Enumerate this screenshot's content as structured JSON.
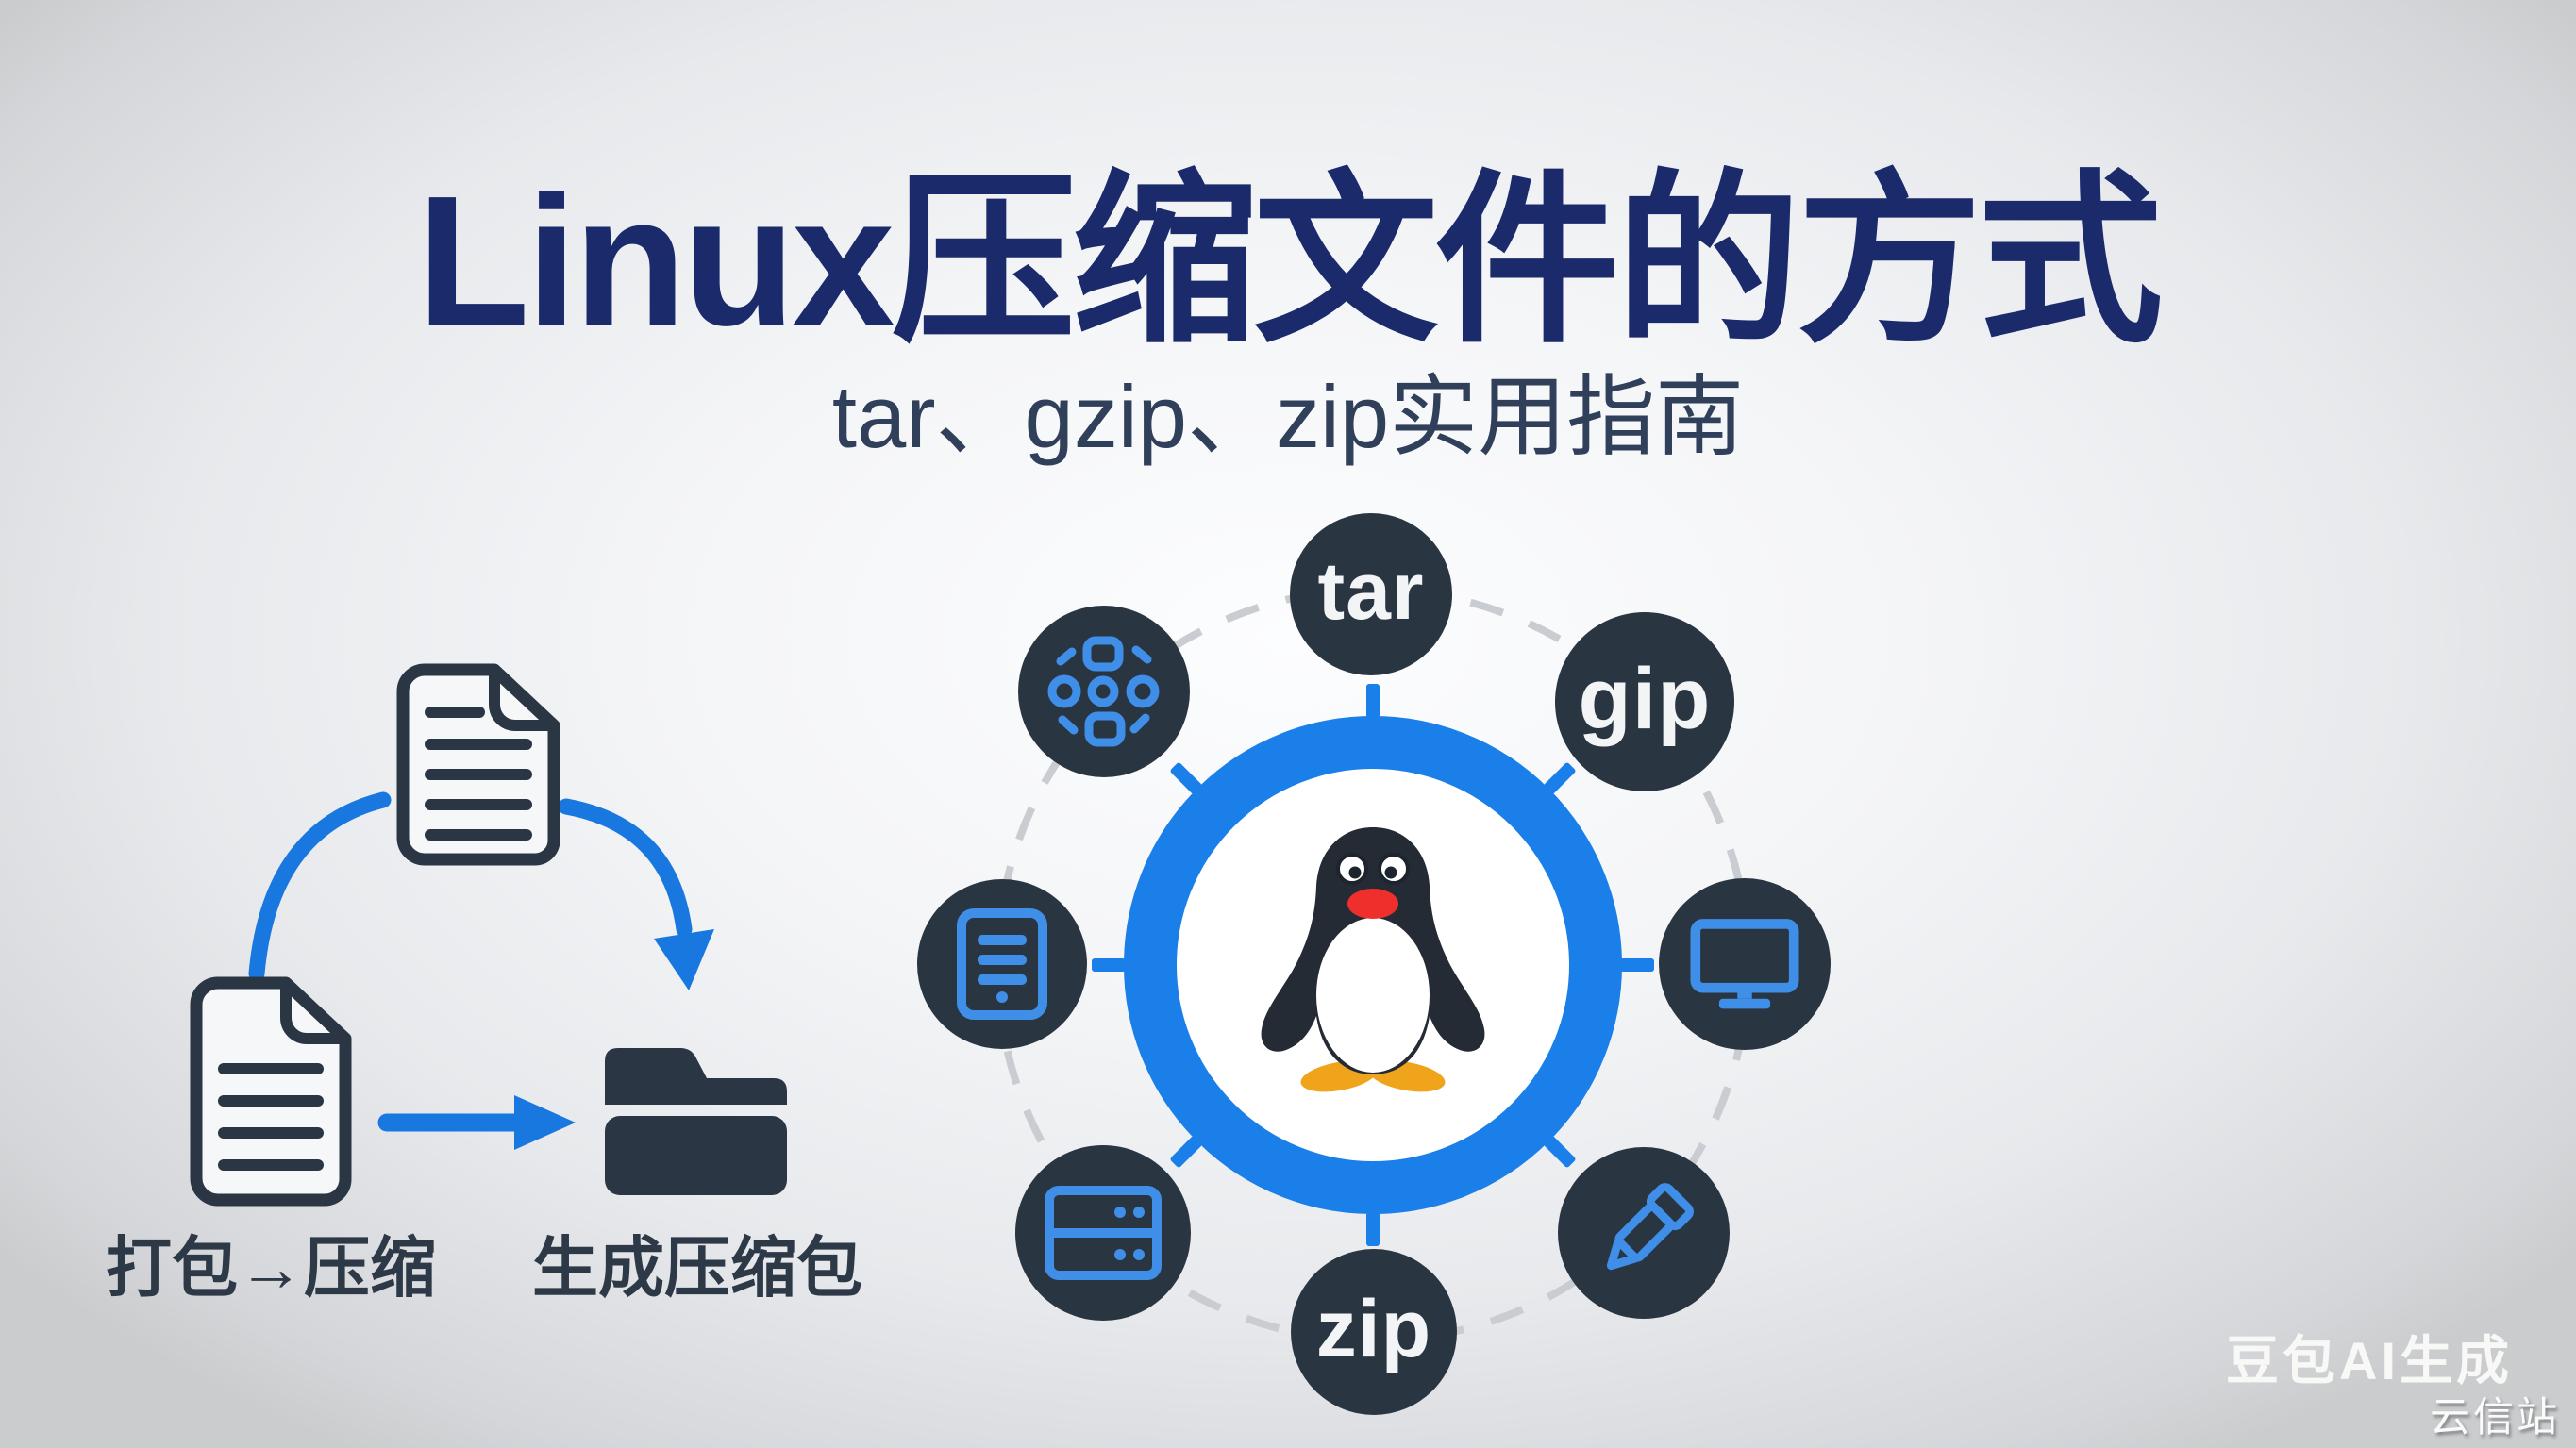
{
  "header": {
    "title": "Linux压缩文件的方式",
    "subtitle": "tar、gzip、zip实用指南"
  },
  "flow_diagram": {
    "step_label": "打包→压缩",
    "result_label": "生成压缩包",
    "icons": [
      "document-icon",
      "document-icon",
      "folder-icon"
    ]
  },
  "hub_diagram": {
    "center_icon": "tux-penguin-icon",
    "nodes": [
      {
        "position": "top",
        "type": "label",
        "label": "tar"
      },
      {
        "position": "top-right",
        "type": "label",
        "label": "gip"
      },
      {
        "position": "right",
        "type": "icon",
        "icon": "monitor-icon"
      },
      {
        "position": "bottom-right",
        "type": "icon",
        "icon": "pen-icon"
      },
      {
        "position": "bottom",
        "type": "label",
        "label": "zip"
      },
      {
        "position": "bottom-left",
        "type": "icon",
        "icon": "server-icon"
      },
      {
        "position": "left",
        "type": "icon",
        "icon": "tablet-icon"
      },
      {
        "position": "top-left",
        "type": "icon",
        "icon": "node-cluster-icon"
      }
    ]
  },
  "watermarks": {
    "generator": "豆包AI生成",
    "site": "云信站"
  },
  "colors": {
    "accent_blue": "#1a7fe8",
    "arrow_blue": "#1878e0",
    "icon_blue": "#3f8ee8",
    "node_dark": "#2a3542",
    "title_navy": "#1b2a6b",
    "subtitle_slate": "#31405a",
    "label_slate": "#2e3947",
    "penguin_body": "#242b35",
    "beak_red": "#ee2f2c",
    "feet_orange": "#f0a41c",
    "background_edge": "#caccce"
  }
}
